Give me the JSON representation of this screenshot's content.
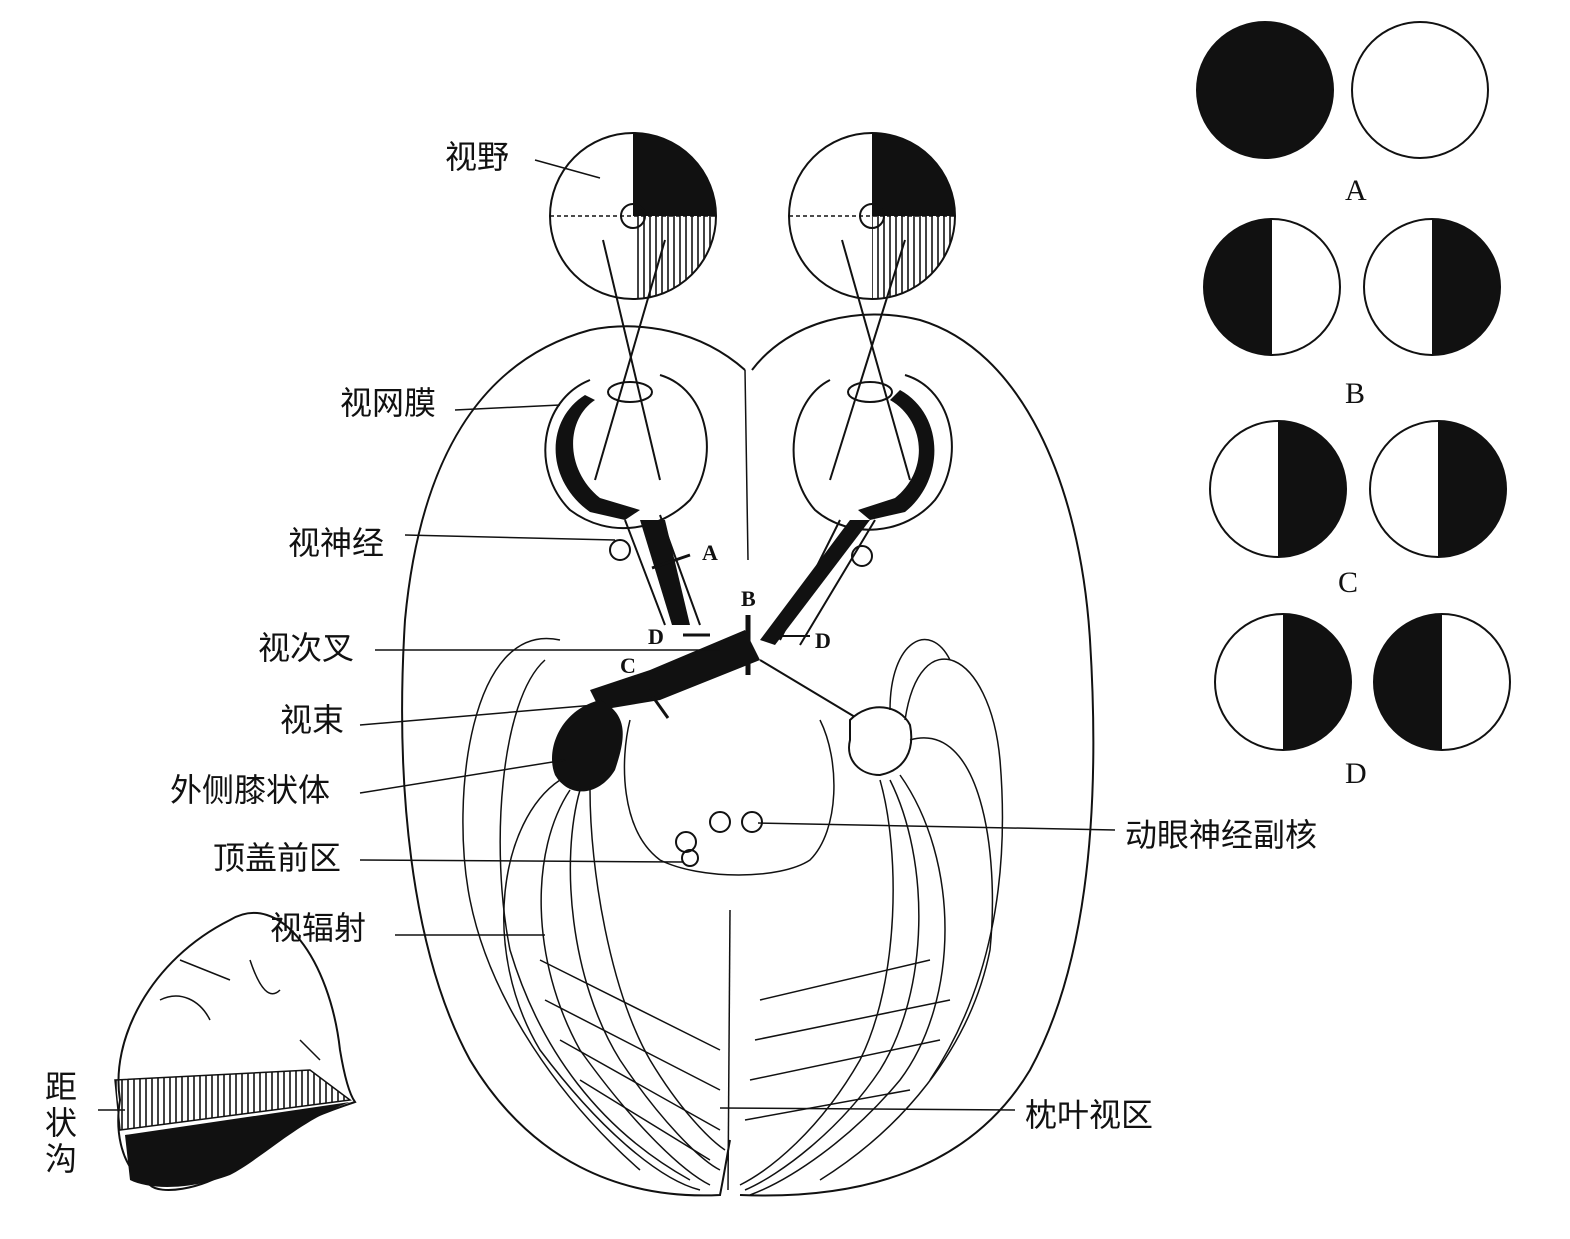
{
  "labels": {
    "visual_field": "视野",
    "retina": "视网膜",
    "optic_nerve": "视神经",
    "optic_chiasm": "视次叉",
    "optic_tract": "视束",
    "lateral_geniculate": "外侧膝状体",
    "pretectal_area": "顶盖前区",
    "optic_radiation": "视辐射",
    "calcarine_sulcus": [
      "距",
      "状",
      "沟"
    ],
    "accessory_oculomotor_nucleus": "动眼神经副核",
    "occipital_visual_area": "枕叶视区"
  },
  "lesion_markers": {
    "a": "A",
    "b": "B",
    "c": "C",
    "d_left": "D",
    "d_right": "D"
  },
  "field_defects": [
    {
      "label": "A",
      "left_eye": "full-black",
      "right_eye": "full-white"
    },
    {
      "label": "B",
      "left_eye": "left-half-black",
      "right_eye": "right-half-black"
    },
    {
      "label": "C",
      "left_eye": "right-half-black",
      "right_eye": "right-half-black"
    },
    {
      "label": "D",
      "left_eye": "right-half-black",
      "right_eye": "left-half-black"
    }
  ],
  "colors": {
    "ink": "#111111",
    "paper": "#ffffff"
  }
}
